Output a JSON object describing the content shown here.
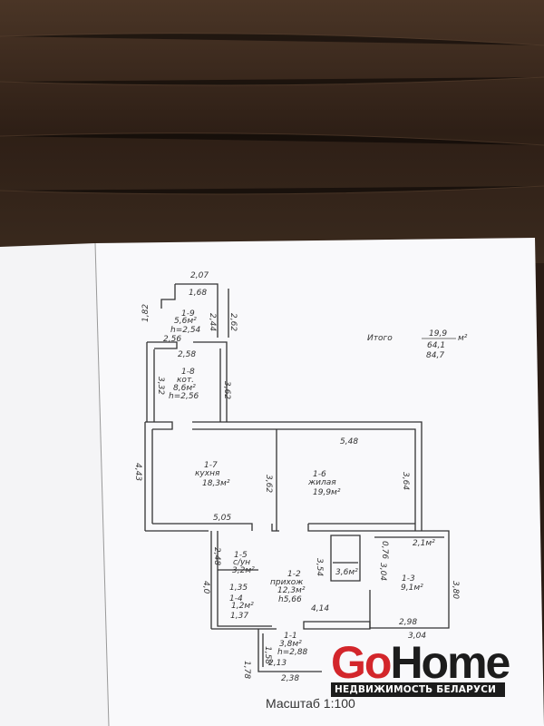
{
  "plan": {
    "rooms": [
      {
        "id": "1-9",
        "area": "5,6м²",
        "height": "h=2,54"
      },
      {
        "id": "1-8",
        "name": "кот.",
        "area": "8,6м²",
        "height": "h=2,56"
      },
      {
        "id": "1-7",
        "name": "кухня",
        "area": "18,3м²"
      },
      {
        "id": "1-6",
        "name": "жилая",
        "area": "19,9м²"
      },
      {
        "id": "1-5",
        "name": "с/ун",
        "area": "3,2м²"
      },
      {
        "id": "1-4",
        "area": "1,2м²"
      },
      {
        "id": "1-2",
        "name": "прихож",
        "area": "12,3м²",
        "height": "h5,66"
      },
      {
        "id": "1-3",
        "area": "9,1м²"
      },
      {
        "id": "1-1",
        "area": "3,8м²",
        "height": "h=2,88"
      }
    ],
    "extra_areas": [
      "2,1м²",
      "3,6м²"
    ],
    "dimensions": [
      "2,07",
      "1,68",
      "2,62",
      "2,44",
      "1,82",
      "2,56",
      "2,58",
      "3,32",
      "3,62",
      "4,43",
      "3,62",
      "5,05",
      "5,48",
      "3,64",
      "4,0",
      "2,48",
      "1,35",
      "1,37",
      "3,54",
      "4,14",
      "3,04",
      "0,76",
      "3,80",
      "2,98",
      "3,04",
      "1,78",
      "1,58",
      "2,13",
      "2,38"
    ],
    "totals": {
      "label": "Итого",
      "values": [
        "19,9",
        "64,1",
        "84,7"
      ],
      "unit": "м²"
    }
  },
  "logo": {
    "text_go": "Go",
    "text_home": "Home",
    "subtitle": "НЕДВИЖИМОСТЬ БЕЛАРУСИ"
  },
  "scale_label": "Масштаб 1:100"
}
